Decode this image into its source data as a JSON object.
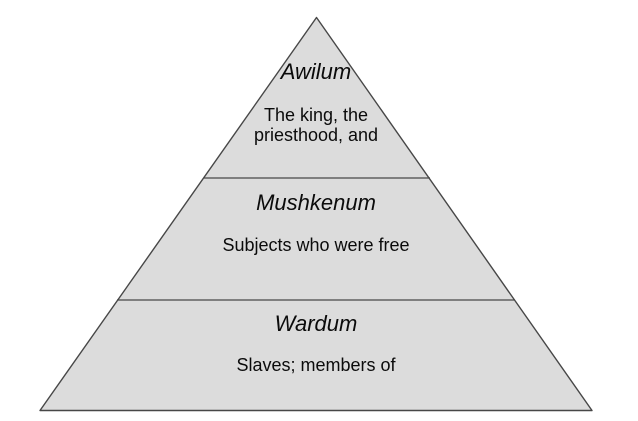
{
  "diagram": {
    "type": "pyramid",
    "background_color": "#ffffff",
    "fill_color": "#dcdcdc",
    "line_color": "#474747",
    "text_color": "#0b0b0b",
    "tiers": [
      {
        "title": "Awilum",
        "description_lines": [
          "The king, the",
          "priesthood, and"
        ]
      },
      {
        "title": "Mushkenum",
        "description_lines": [
          "Subjects who were free"
        ]
      },
      {
        "title": "Wardum",
        "description_lines": [
          "Slaves; members of"
        ]
      }
    ]
  }
}
